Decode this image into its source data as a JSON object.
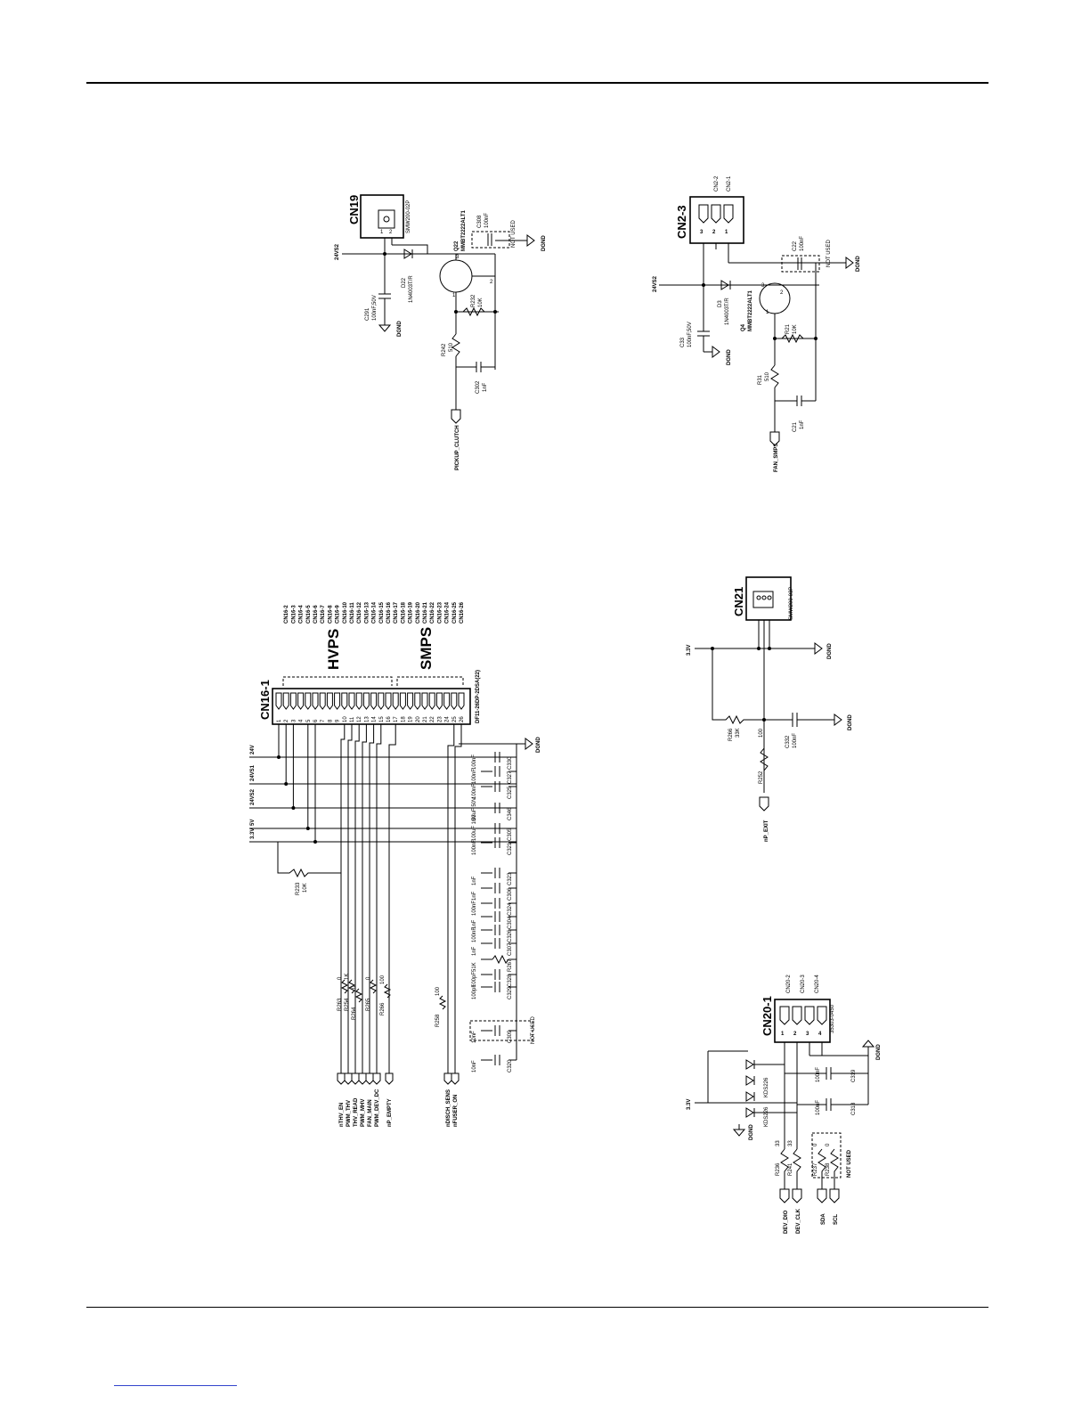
{
  "cn19": {
    "title": "CN19",
    "part": "SMW200-02P",
    "pin1": "1",
    "pin2": "2",
    "net_24v": "24VS2",
    "net_gnd": "DGND",
    "gnd2": "DGND",
    "cap_c291": "C291",
    "cap_c291_val": "100nF,50V",
    "diode": "D22",
    "diode_part": "1N4003T/R",
    "transistor": "Q22",
    "transistor_part": "MMBT2222ALT1",
    "cap_c308": "C308",
    "cap_c308_val": "100nF",
    "not_used": "NOT USED",
    "res_r232": "R232",
    "res_r232_val": "10K",
    "res_r242": "R242",
    "res_r242_val": "510",
    "cap_c302": "C302",
    "cap_c302_val": "1nF",
    "signal": "PICKUP_CLUTCH",
    "q_pin1": "1",
    "q_pin2": "2",
    "q_pin3": "3"
  },
  "cn2_3": {
    "title": "CN2-3",
    "pin1": "1",
    "pin2": "2",
    "pin3": "3",
    "ref1": "CN2-1",
    "ref2": "CN2-2",
    "net_24v": "24VS2",
    "net_gnd": "DGND",
    "gnd2": "DGND",
    "cap_c33": "C33",
    "cap_c33_val": "100nF,50V",
    "diode": "D3",
    "diode_part": "1N4003T/R",
    "transistor": "Q4",
    "transistor_part": "MMBT2222ALT1",
    "cap_c22": "C22",
    "cap_c22_val": "100nF",
    "not_used": "NOT USED",
    "res_r21": "R21",
    "res_r21_val": "10K",
    "res_r31": "R31",
    "res_r31_val": "510",
    "cap_c21": "C21",
    "cap_c21_val": "1nF",
    "signal": "FAN_SMPS",
    "q_pin1": "1",
    "q_pin2": "2",
    "q_pin3": "3"
  },
  "cn16": {
    "title": "CN16-1",
    "part": "DF11-26DP-2DSA(22)",
    "group_hvps": "HVPS",
    "group_smps": "SMPS",
    "pins": [
      "1",
      "2",
      "3",
      "4",
      "5",
      "6",
      "7",
      "8",
      "9",
      "10",
      "11",
      "12",
      "13",
      "14",
      "15",
      "16",
      "17",
      "18",
      "19",
      "20",
      "21",
      "22",
      "23",
      "24",
      "25",
      "26"
    ],
    "refs": [
      "CN16-2",
      "CN16-3",
      "CN16-4",
      "CN16-5",
      "CN16-6",
      "CN16-7",
      "CN16-8",
      "CN16-9",
      "CN16-10",
      "CN16-11",
      "CN16-12",
      "CN16-13",
      "CN16-14",
      "CN16-15",
      "CN16-16",
      "CN16-17",
      "CN16-18",
      "CN16-19",
      "CN16-20",
      "CN16-21",
      "CN16-22",
      "CN16-23",
      "CN16-24",
      "CN16-25",
      "CN16-26"
    ],
    "rails": [
      "24V",
      "24VS1",
      "24VS2",
      "5V",
      "3.3V"
    ],
    "gnd": "DGND",
    "caps": [
      {
        "ref": "C330",
        "val": "100nF"
      },
      {
        "ref": "C327",
        "val": "100nF"
      },
      {
        "ref": "C325",
        "val": "100nF"
      },
      {
        "ref": "C346",
        "val": "33uF 50V"
      },
      {
        "ref": "C305",
        "val": "100uF 16V"
      },
      {
        "ref": "C321",
        "val": "100nF"
      },
      {
        "ref": "C323",
        "val": "1nF"
      },
      {
        "ref": "C306",
        "val": "1nF"
      },
      {
        "ref": "C324",
        "val": "100nF"
      },
      {
        "ref": "C304",
        "val": "1nF"
      },
      {
        "ref": "C326",
        "val": "100nF"
      },
      {
        "ref": "C307",
        "val": "1nF"
      },
      {
        "ref": "R267",
        "val": "51K"
      },
      {
        "ref": "C328",
        "val": "100pF"
      },
      {
        "ref": "C329",
        "val": "100pF"
      },
      {
        "ref": "C309",
        "val": "10nF"
      },
      {
        "ref": "C320",
        "val": "10nF"
      }
    ],
    "r233": "R233",
    "r233_val": "10K",
    "resistors": [
      {
        "ref": "R263",
        "val": "0"
      },
      {
        "ref": "R254",
        "val": "1K"
      },
      {
        "ref": "R264",
        "val": "0"
      },
      {
        "ref": "R265",
        "val": "0"
      },
      {
        "ref": "R266",
        "val": "100"
      },
      {
        "ref": "R258",
        "val": "100"
      }
    ],
    "not_used": "NOT USED",
    "signals": [
      "nTHV_EN",
      "PWM_THV",
      "THV_READ",
      "PWM_MHV",
      "FAN_MAIN",
      "PWM_DEV_DC",
      "nP_EMPTY",
      "nDISCH_SENS",
      "nFUSER_ON"
    ]
  },
  "cn21": {
    "title": "CN21",
    "part": "SMW200-03P",
    "rail": "3.3V",
    "gnd1": "DGND",
    "gnd2": "DGND",
    "r266": "R266",
    "r266_val": "33K",
    "r252": "R252",
    "r252_val": "100",
    "c332": "C332",
    "c332_val": "100nF",
    "signal": "nP_EXIT"
  },
  "cn20": {
    "title": "CN20-1",
    "part": "35303-0450",
    "pin1": "1",
    "pin2": "2",
    "pin3": "3",
    "pin4": "4",
    "ref2": "CN20-2",
    "ref3": "CN20-3",
    "ref4": "CN20-4",
    "rail": "3.3V",
    "gnd1": "DGND",
    "gnd2": "DGND",
    "d_a": "KDS226",
    "d_b": "KDS226",
    "c319": "C319",
    "c319_val": "100nF",
    "c318": "C318",
    "c318_val": "100nF",
    "resistors": [
      {
        "ref": "R236",
        "val": "33"
      },
      {
        "ref": "R241",
        "val": "33"
      },
      {
        "ref": "R237",
        "val": "0"
      },
      {
        "ref": "R238",
        "val": "0"
      }
    ],
    "not_used": "NOT USED",
    "signals": [
      "DEV_DIO",
      "DEV_CLK",
      "SDA",
      "SCL"
    ]
  }
}
